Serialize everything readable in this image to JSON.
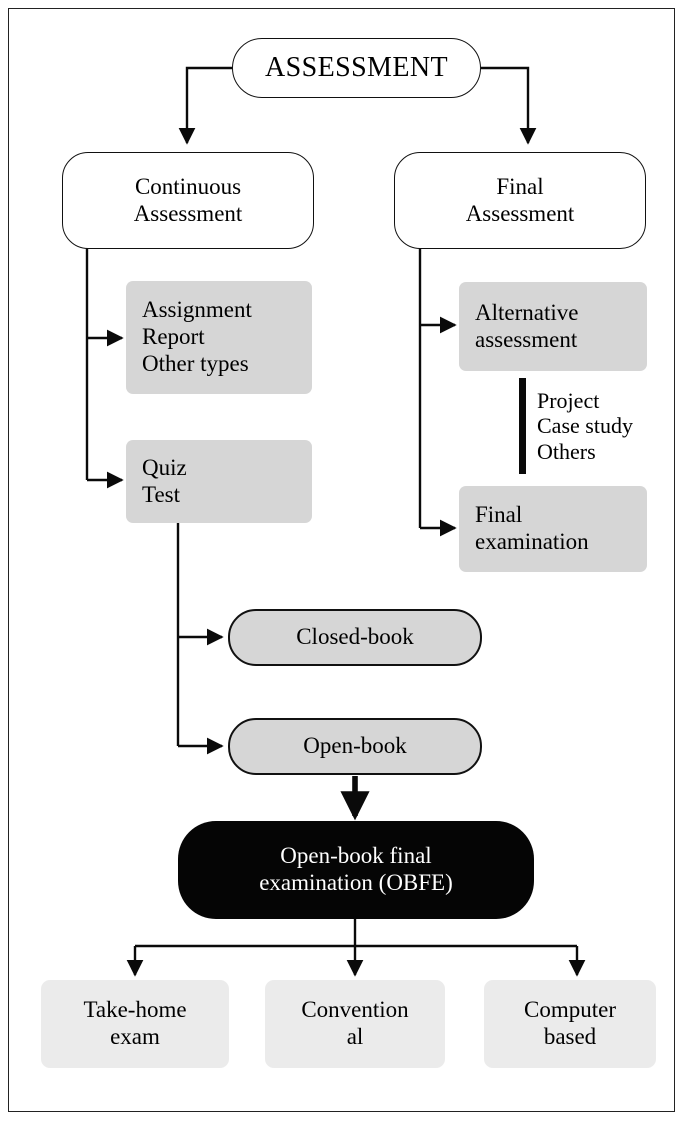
{
  "diagram": {
    "title_node": {
      "label": "ASSESSMENT"
    },
    "level2": [
      {
        "id": "continuous",
        "label": "Continuous\nAssessment"
      },
      {
        "id": "final",
        "label": "Final\nAssessment"
      }
    ],
    "continuous_children": [
      {
        "id": "assignment-group",
        "label": "Assignment\nReport\nOther types"
      },
      {
        "id": "quiz-group",
        "label": "Quiz\nTest"
      }
    ],
    "final_children": [
      {
        "id": "alternative-assessment",
        "label": "Alternative\nassessment"
      },
      {
        "id": "final-examination",
        "label": "Final\nexamination"
      }
    ],
    "alternative_items": {
      "id": "alternative-list",
      "label": "Project\nCase study\nOthers"
    },
    "quiz_children": [
      {
        "id": "closed-book",
        "label": "Closed-book"
      },
      {
        "id": "open-book",
        "label": "Open-book"
      }
    ],
    "highlight_node": {
      "id": "obfe",
      "label": "Open-book final\nexamination (OBFE)"
    },
    "obfe_children": [
      {
        "id": "take-home-exam",
        "label": "Take-home\nexam"
      },
      {
        "id": "conventional",
        "label": "Convention\nal"
      },
      {
        "id": "computer-based",
        "label": "Computer\nbased"
      }
    ]
  },
  "colors": {
    "gray_box": "#d6d6d6",
    "light_box": "#ebebeb",
    "highlight": "#050505",
    "stroke": "#111111",
    "background": "#ffffff"
  }
}
